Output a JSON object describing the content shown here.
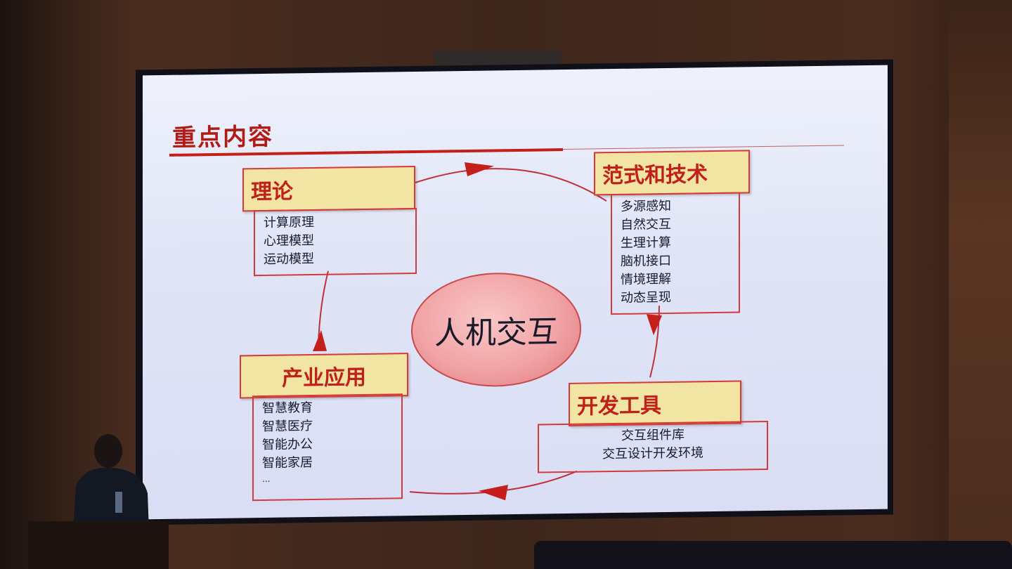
{
  "slide": {
    "title": "重点内容"
  },
  "center": {
    "label": "人机交互"
  },
  "nodes": {
    "theory": {
      "title": "理论",
      "items": [
        "计算原理",
        "心理模型",
        "运动模型"
      ]
    },
    "paradigm": {
      "title": "范式和技术",
      "items": [
        "多源感知",
        "自然交互",
        "生理计算",
        "脑机接口",
        "情境理解",
        "动态呈现"
      ]
    },
    "tools": {
      "title": "开发工具",
      "items": [
        "交互组件库",
        "交互设计开发环境"
      ]
    },
    "industry": {
      "title": "产业应用",
      "items": [
        "智慧教育",
        "智慧医疗",
        "智能办公",
        "智能家居",
        "..."
      ]
    }
  },
  "colors": {
    "accent": "#c41f1a",
    "header_fill": "#f2e5a4",
    "ellipse_fill": "#f1a3a5"
  }
}
